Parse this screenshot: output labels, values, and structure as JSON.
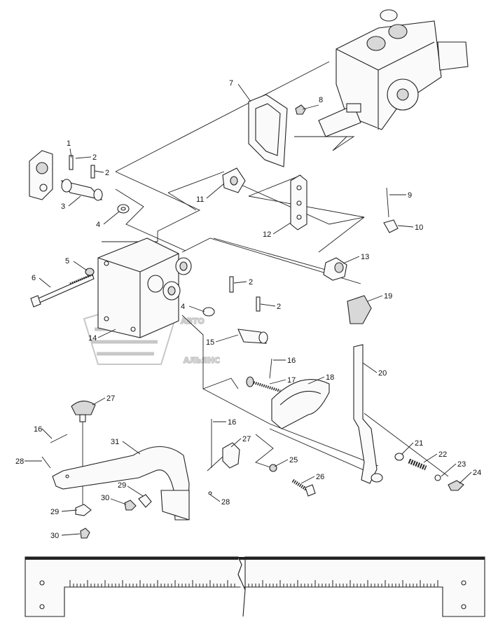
{
  "callouts": [
    "1",
    "2",
    "2",
    "3",
    "4",
    "5",
    "6",
    "7",
    "8",
    "9",
    "10",
    "11",
    "12",
    "13",
    "2",
    "2",
    "4",
    "14",
    "15",
    "16",
    "17",
    "18",
    "19",
    "20",
    "27",
    "16",
    "31",
    "16",
    "27",
    "28",
    "29",
    "30",
    "29",
    "30",
    "28",
    "25",
    "26",
    "21",
    "22",
    "23",
    "24"
  ],
  "watermark": {
    "line1": "АВТО",
    "line2": "АЛЬЯНС"
  },
  "colors": {
    "line": "#222222",
    "watermark": "#c7c7c7",
    "background": "#ffffff"
  }
}
